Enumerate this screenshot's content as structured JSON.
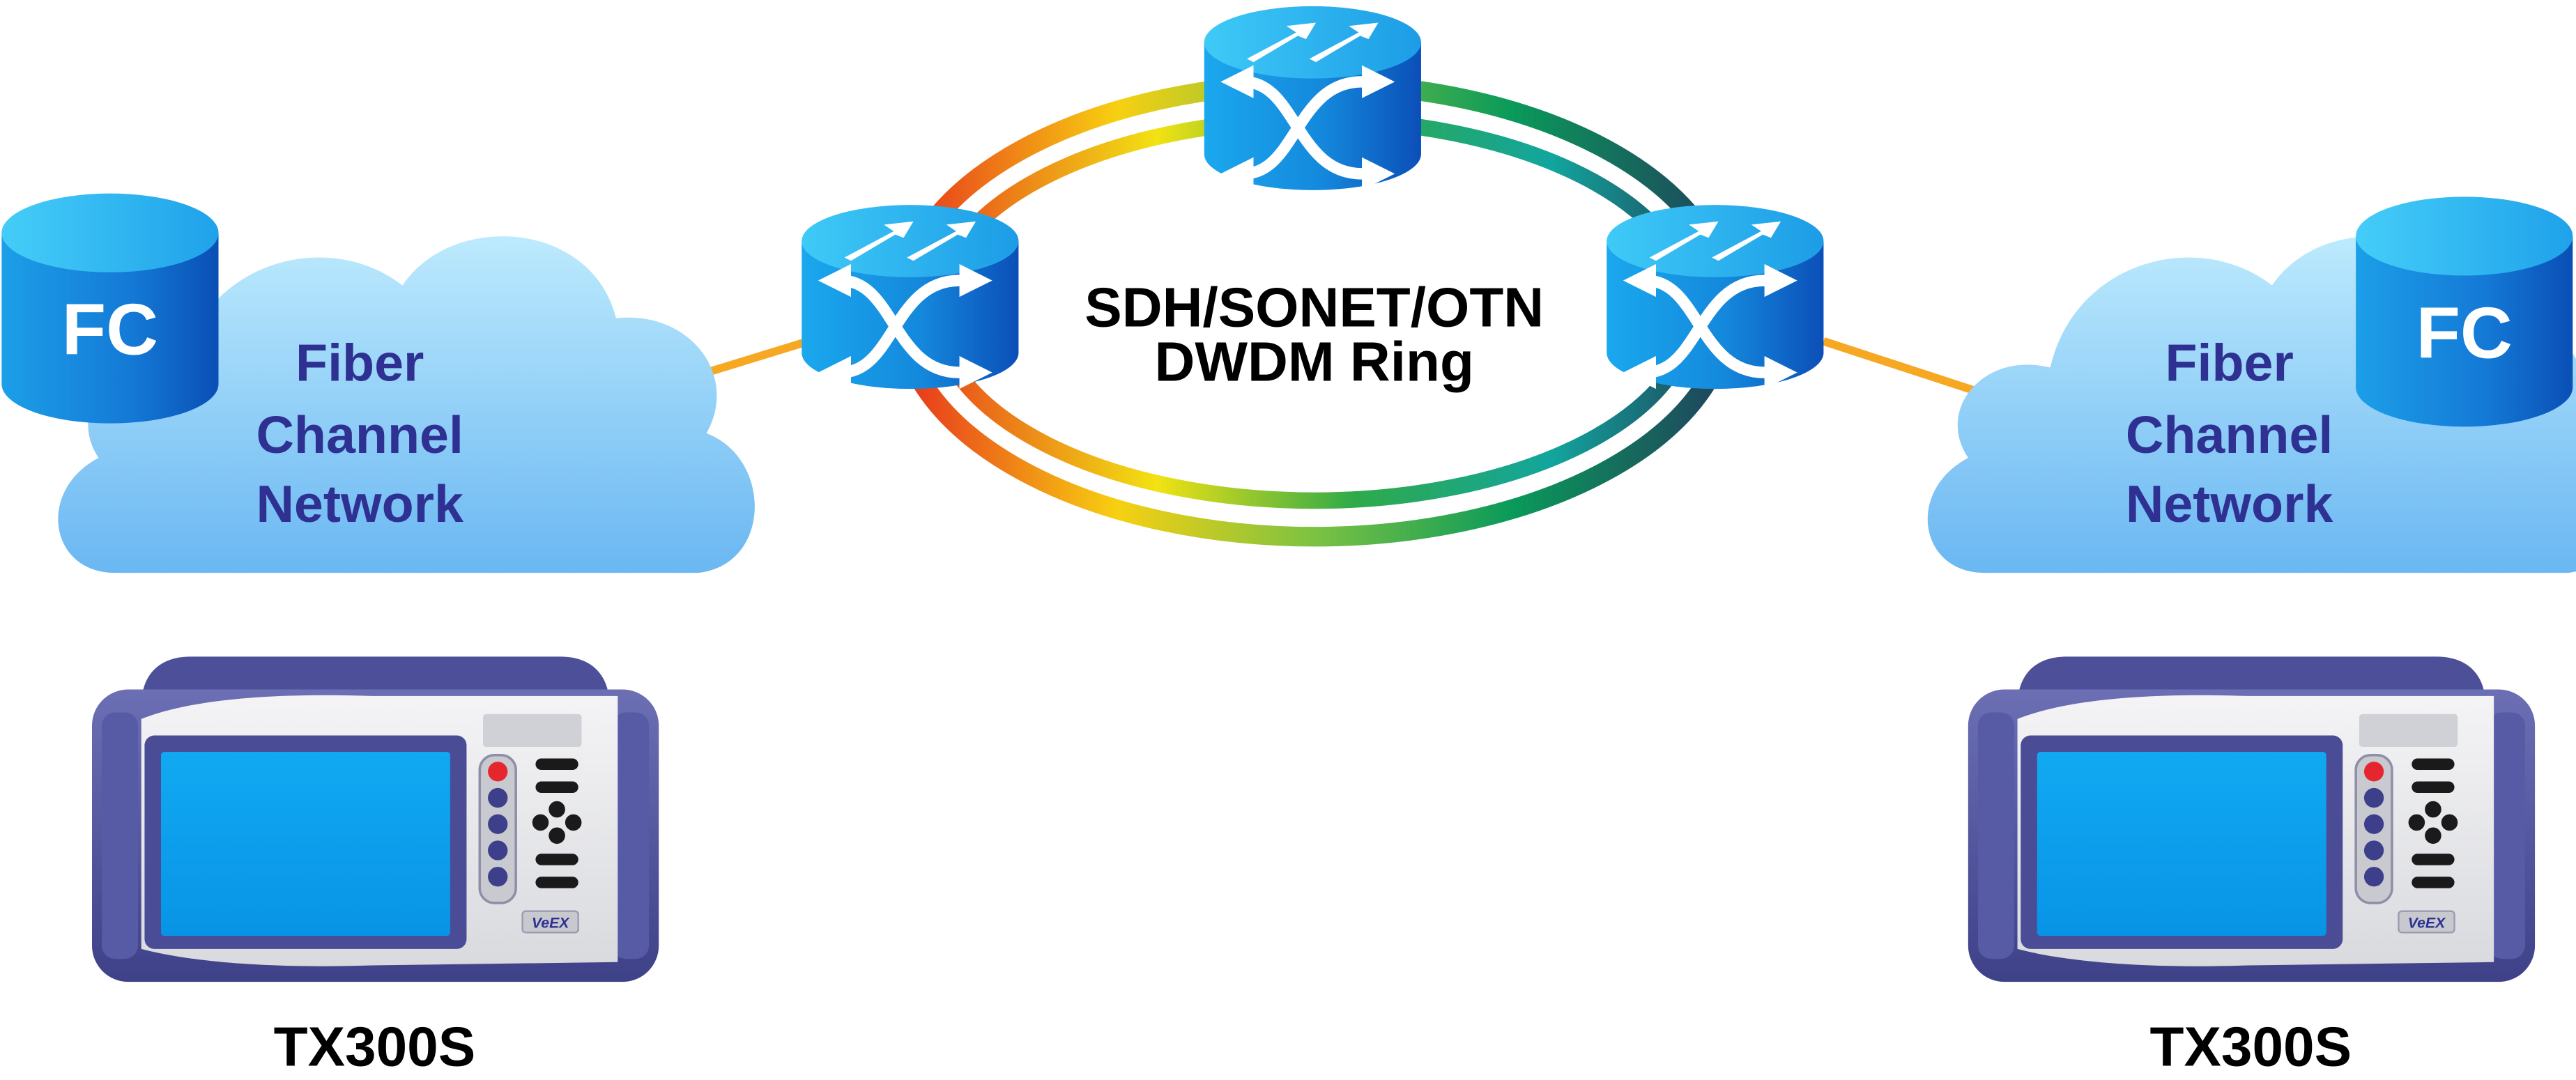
{
  "ring": {
    "label_line1": "SDH/SONET/OTN",
    "label_line2": "DWDM Ring",
    "router_count": 3
  },
  "clouds": [
    {
      "side": "left",
      "line1": "Fiber",
      "line2": "Channel",
      "line3": "Network",
      "db_label": "FC"
    },
    {
      "side": "right",
      "line1": "Fiber",
      "line2": "Channel",
      "line3": "Network",
      "db_label": "FC"
    }
  ],
  "devices": [
    {
      "side": "left",
      "label": "TX300S",
      "brand": "VeEX"
    },
    {
      "side": "right",
      "label": "TX300S",
      "brand": "VeEX"
    }
  ],
  "colors": {
    "cloud_text": "#2e3192",
    "link_orange": "#f7a823",
    "router_blue": "#1a8fe0",
    "device_purple": "#4b4e98",
    "screen_blue": "#0aa2f0"
  }
}
